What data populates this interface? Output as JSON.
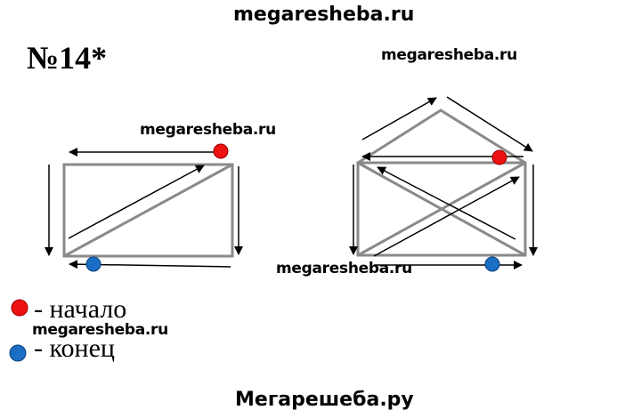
{
  "watermarks": {
    "top": "megaresheba.ru",
    "right_top": "megaresheba.ru",
    "left_figure": "megaresheba.ru",
    "middle": "megaresheba.ru",
    "legend": "megaresheba.ru",
    "bottom": "Мегарешеба.ру"
  },
  "problem_number": "№14*",
  "legend": {
    "start_label": "- начало",
    "end_label": "- конец",
    "start_color": "#ee1111",
    "end_color": "#1a6fc4"
  },
  "colors": {
    "figure_line": "#8a8a8a",
    "arrow": "#000000"
  }
}
